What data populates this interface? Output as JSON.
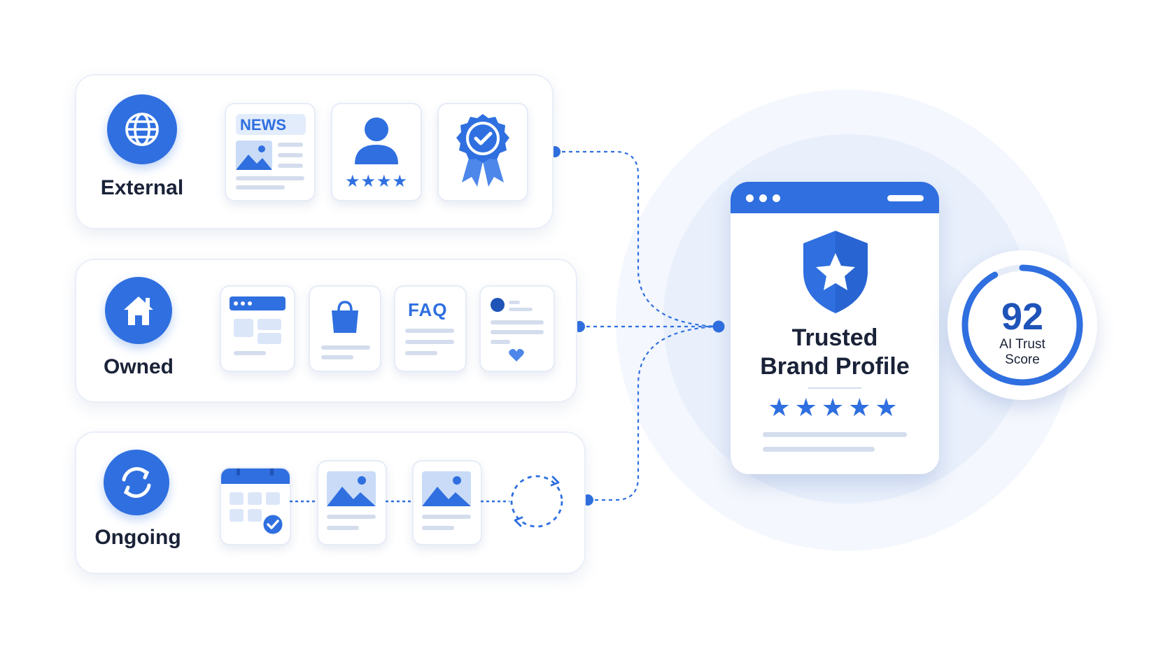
{
  "categories": {
    "external": {
      "label": "External",
      "icon": "globe-icon",
      "cards": [
        "news-article-icon",
        "user-review-icon",
        "award-badge-icon"
      ],
      "news_text": "NEWS"
    },
    "owned": {
      "label": "Owned",
      "icon": "home-icon",
      "cards": [
        "website-page-icon",
        "shopping-bag-icon",
        "faq-page-icon",
        "social-post-icon"
      ],
      "faq_text": "FAQ"
    },
    "ongoing": {
      "label": "Ongoing",
      "icon": "refresh-icon",
      "cards": [
        "calendar-check-icon",
        "image-post-icon",
        "image-post-icon",
        "cycle-icon"
      ]
    }
  },
  "profile": {
    "title_line1": "Trusted",
    "title_line2": "Brand Profile",
    "icon": "shield-star-icon",
    "stars": 5
  },
  "score": {
    "value": "92",
    "label_line1": "AI Trust",
    "label_line2": "Score",
    "progress": 0.92
  },
  "colors": {
    "accent": "#2f6fe0",
    "accent_light": "#c9dbf7",
    "text_dark": "#1a2238",
    "halo": "#e9f0fc"
  }
}
